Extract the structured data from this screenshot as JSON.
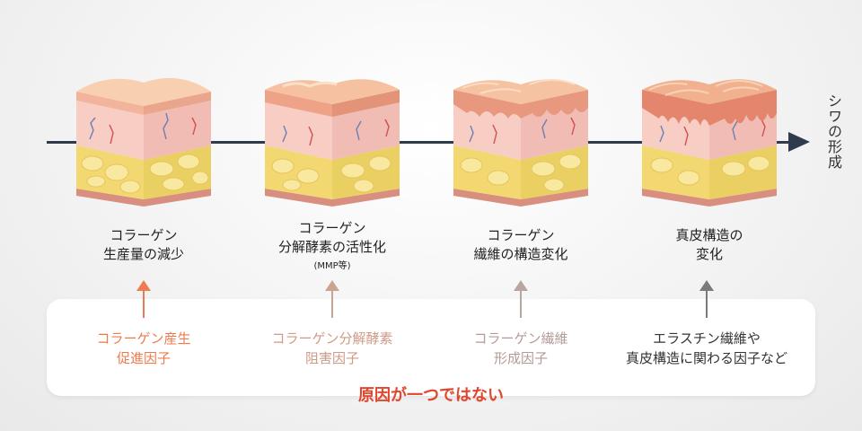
{
  "axis_label": "シワの形成",
  "stages": [
    {
      "line1": "コラーゲン",
      "line2": "生産量の減少",
      "note": ""
    },
    {
      "line1": "コラーゲン",
      "line2": "分解酵素の活性化",
      "note": "(MMP等)"
    },
    {
      "line1": "コラーゲン",
      "line2": "繊維の構造変化",
      "note": ""
    },
    {
      "line1": "真皮構造の",
      "line2": "変化",
      "note": ""
    }
  ],
  "factors": [
    {
      "line1": "コラーゲン産生",
      "line2": "促進因子",
      "color": "#ee7b4f"
    },
    {
      "line1": "コラーゲン分解酵素",
      "line2": "阻害因子",
      "color": "#cf9a86"
    },
    {
      "line1": "コラーゲン繊維",
      "line2": "形成因子",
      "color": "#b39b96"
    },
    {
      "line1": "エラスチン繊維や",
      "line2": "真皮構造に関わる因子など",
      "color": "#333333"
    }
  ],
  "arrow_colors": [
    "#ee7b4f",
    "#c9a493",
    "#b8a5a2",
    "#7a7a7a"
  ],
  "conclusion": "原因が一つではない",
  "colors": {
    "timeline": "#2f3a4d",
    "epidermis": "#f6c9a8",
    "dermis": "#f5c4bd",
    "fat": "#f6e07a",
    "conclusion": "#e0462e"
  }
}
